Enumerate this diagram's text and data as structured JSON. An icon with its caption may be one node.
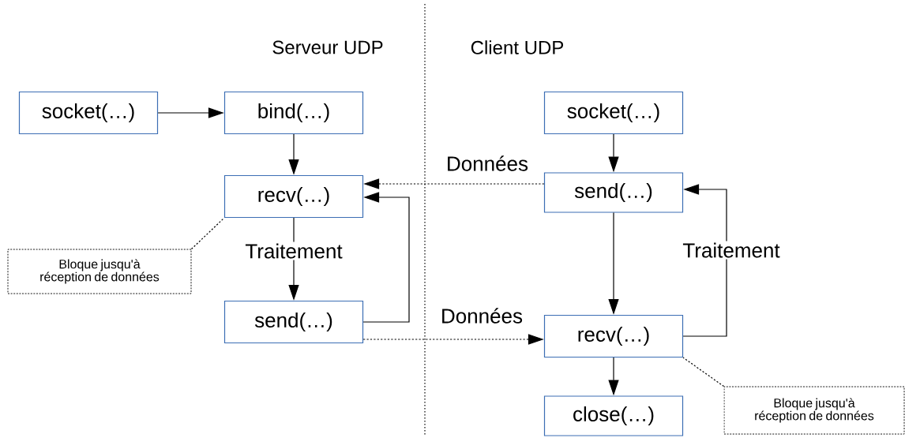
{
  "diagram": {
    "nodes": [
      {
        "text": [
          "socket(…)"
        ]
      },
      {
        "text": [
          "bind(…)"
        ]
      },
      {
        "text": [
          "recv(…)"
        ]
      },
      {
        "text": [
          "send(…)"
        ]
      },
      {
        "text": [
          "Bloque jusqu'à réception de données"
        ]
      },
      {
        "text": [
          "socket(…)"
        ]
      },
      {
        "text": [
          "send(…)"
        ]
      },
      {
        "text": [
          "recv(…)"
        ]
      },
      {
        "text": [
          "close(…)"
        ]
      },
      {
        "text": [
          "Bloque jusqu'à réception de données"
        ]
      }
    ],
    "edges": [
      {
        "from": 0,
        "to": 1,
        "arrow": "to"
      },
      {
        "from": 1,
        "to": 2,
        "arrow": "to"
      },
      {
        "from": 2,
        "to": 3,
        "arrow": "to",
        "label": "Traitement"
      },
      {
        "from": 3,
        "to": 2,
        "arrow": "to"
      },
      {
        "from": 6,
        "to": 2,
        "arrow": "to",
        "style": "dashed",
        "label": "Données"
      },
      {
        "from": 3,
        "to": 7,
        "arrow": "to",
        "style": "dashed",
        "label": "Données"
      },
      {
        "from": 5,
        "to": 6,
        "arrow": "to"
      },
      {
        "from": 6,
        "to": 7,
        "arrow": "to"
      },
      {
        "from": 7,
        "to": 6,
        "arrow": "to",
        "label": "Traitement"
      },
      {
        "from": 7,
        "to": 8,
        "arrow": "to"
      },
      {
        "from": 4,
        "to": 2,
        "arrow": "none",
        "style": "dashed"
      },
      {
        "from": 9,
        "to": 7,
        "arrow": "none",
        "style": "dashed"
      }
    ],
    "labels": [
      "Serveur UDP",
      "Client UDP"
    ]
  }
}
